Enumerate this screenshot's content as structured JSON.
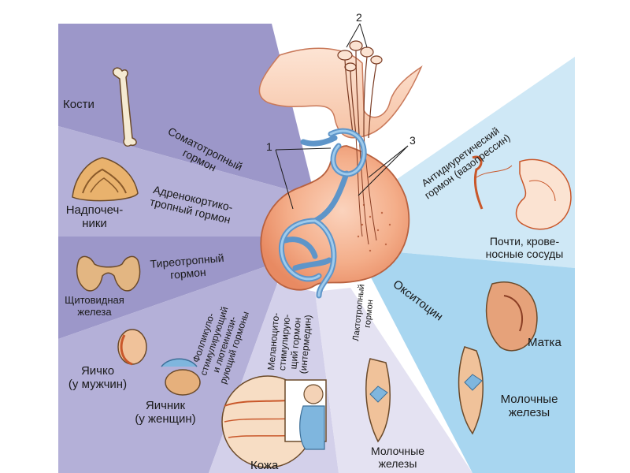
{
  "markers": {
    "one": "1",
    "two": "2",
    "three": "3"
  },
  "hormones": {
    "somatotropic": [
      "Соматотропный",
      "гормон"
    ],
    "acth": [
      "Адренокортико-",
      "тропный гормон"
    ],
    "thyrotropic": [
      "Тиреотропный",
      "гормон"
    ],
    "gonadotropic": [
      "Фолликуло-",
      "стимулирующий",
      "и лютеинизи-",
      "рующий гормоны"
    ],
    "melanocyte": [
      "Меланоцито-",
      "стимулирую-",
      "щий гормон",
      "(интермедин)"
    ],
    "lactotropic": [
      "Лактотропный",
      "гормон"
    ],
    "adh": [
      "Антидиуретический",
      "гормон (вазопрессин)"
    ],
    "oxytocin": "Окситоцин"
  },
  "targets": {
    "bones": "Кости",
    "adrenals": [
      "Надпочеч-",
      "ники"
    ],
    "thyroid": [
      "Щитовидная",
      "железа"
    ],
    "testis": [
      "Яичко",
      "(у мужчин)"
    ],
    "ovary": [
      "Яичник",
      "(у женщин)"
    ],
    "skin": "Кожа",
    "mammary_center": [
      "Молочные",
      "железы"
    ],
    "kidneys": [
      "Почти, крове-",
      "носные сосуды"
    ],
    "uterus": "Матка",
    "mammary_right": [
      "Молочные",
      "железы"
    ]
  },
  "colors": {
    "purple_dark": "#9c97c9",
    "purple_mid": "#b4b0d8",
    "purple_light": "#d3d0ea",
    "lavender_pale": "#e4e2f2",
    "blue_light": "#cfe8f6",
    "blue_mid": "#a8d6f0",
    "gland_orange": "#f0a07c",
    "vessel_blue": "#7fb6de"
  }
}
